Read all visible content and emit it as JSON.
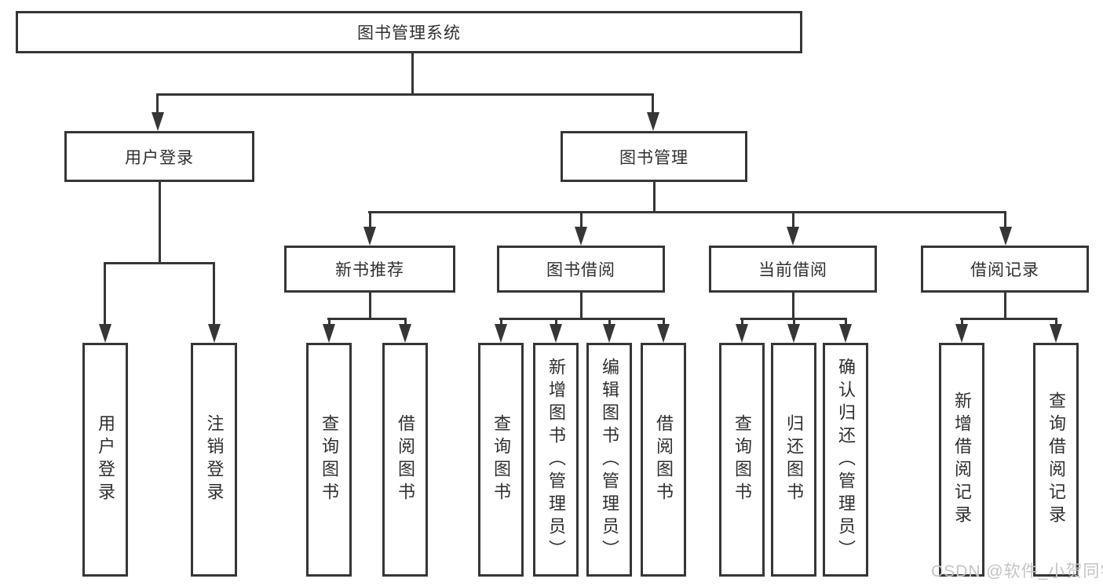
{
  "colors": {
    "line": "#363636",
    "box_bg": "#ffffff",
    "watermark": "#c4c4c4"
  },
  "watermark": {
    "text": "CSDN @软件_小贺同学"
  },
  "tree": {
    "root": "图书管理系统",
    "children": [
      {
        "label": "用户登录",
        "children": [
          {
            "label": "用户登录"
          },
          {
            "label": "注销登录"
          }
        ]
      },
      {
        "label": "图书管理",
        "children": [
          {
            "label": "新书推荐",
            "children": [
              {
                "label": "查询图书"
              },
              {
                "label": "借阅图书"
              }
            ]
          },
          {
            "label": "图书借阅",
            "children": [
              {
                "label": "查询图书"
              },
              {
                "label": "新增图书（管理员）"
              },
              {
                "label": "编辑图书（管理员）"
              },
              {
                "label": "借阅图书"
              }
            ]
          },
          {
            "label": "当前借阅",
            "children": [
              {
                "label": "查询图书"
              },
              {
                "label": "归还图书"
              },
              {
                "label": "确认归还（管理员）"
              }
            ]
          },
          {
            "label": "借阅记录",
            "children": [
              {
                "label": "新增借阅记录"
              },
              {
                "label": "查询借阅记录"
              }
            ]
          }
        ]
      }
    ]
  }
}
